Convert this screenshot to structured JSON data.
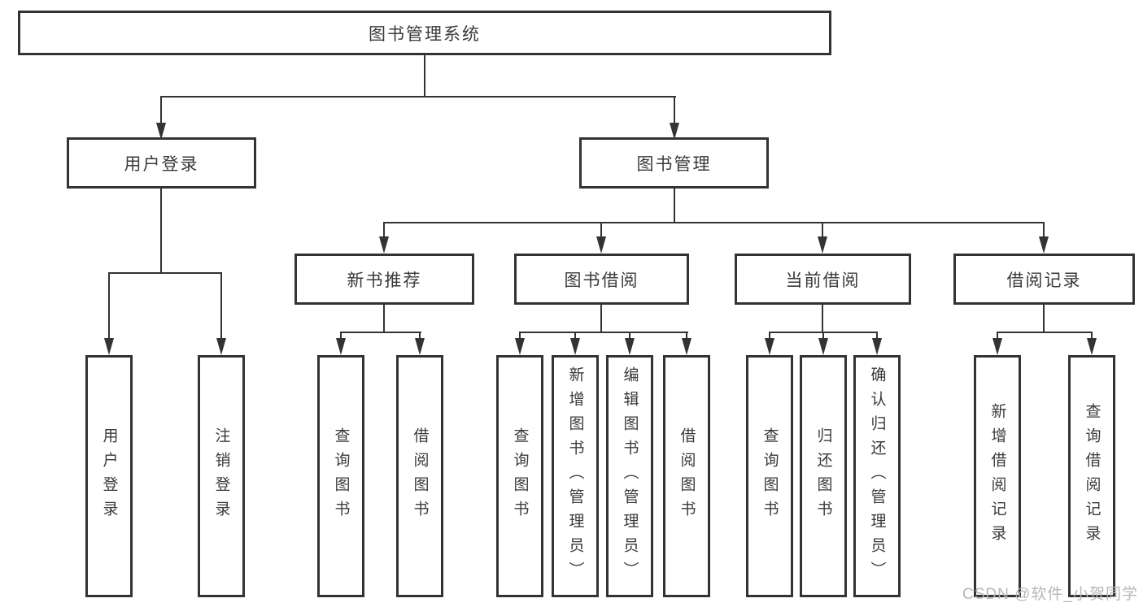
{
  "diagram": {
    "root": {
      "label": "图书管理系统"
    },
    "level2": [
      {
        "label": "用户登录"
      },
      {
        "label": "图书管理"
      }
    ],
    "level3": [
      {
        "label": "新书推荐"
      },
      {
        "label": "图书借阅"
      },
      {
        "label": "当前借阅"
      },
      {
        "label": "借阅记录"
      }
    ],
    "leaves": [
      {
        "label": "用户登录"
      },
      {
        "label": "注销登录"
      },
      {
        "label": "查询图书"
      },
      {
        "label": "借阅图书"
      },
      {
        "label": "查询图书"
      },
      {
        "label": "新增图书（管理员）"
      },
      {
        "label": "编辑图书（管理员）"
      },
      {
        "label": "借阅图书"
      },
      {
        "label": "查询图书"
      },
      {
        "label": "归还图书"
      },
      {
        "label": "确认归还（管理员）"
      },
      {
        "label": "新增借阅记录"
      },
      {
        "label": "查询借阅记录"
      }
    ]
  },
  "watermark": {
    "text": "CSDN @软件_小贺同学"
  },
  "colors": {
    "line": "#333333",
    "text": "#3a3a3a",
    "watermark": "#b9b1b1",
    "background": "#ffffff"
  }
}
